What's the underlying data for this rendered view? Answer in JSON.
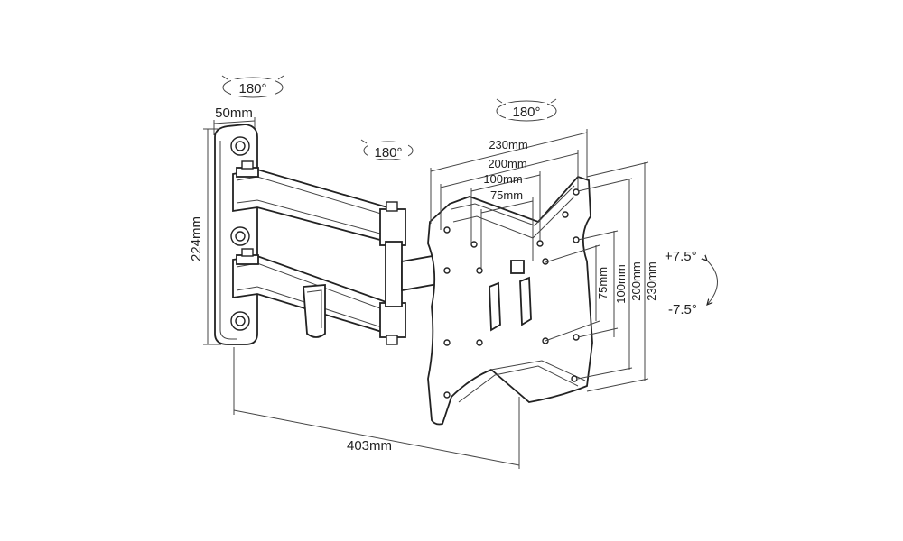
{
  "diagram": {
    "rotations": {
      "wall_swivel": "180°",
      "arm_swivel": "180°",
      "plate_swivel": "180°"
    },
    "tilt": {
      "up": "+7.5°",
      "down": "-7.5°"
    },
    "dimensions": {
      "wall_plate_width": "50mm",
      "wall_plate_height": "224mm",
      "max_extension": "403mm",
      "vesa_horizontal": [
        "230mm",
        "200mm",
        "100mm",
        "75mm"
      ],
      "vesa_vertical": [
        "75mm",
        "100mm",
        "200mm",
        "230mm"
      ]
    }
  }
}
